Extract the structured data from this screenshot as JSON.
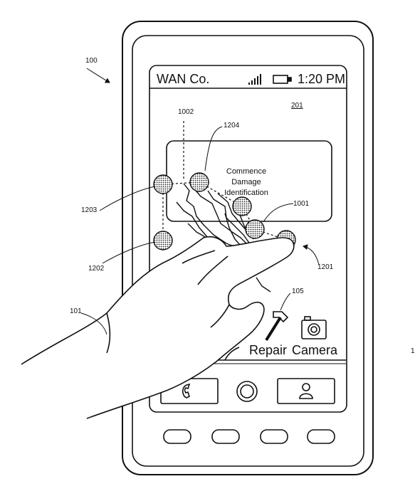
{
  "figure_refs": {
    "device": "100",
    "hand": "101",
    "screen": "201",
    "repair_app": "105",
    "crack_start": "1001",
    "crack_line": "1002",
    "touch_point_1": "1201",
    "touch_point_2": "1202",
    "touch_point_3": "1203",
    "touch_point_4": "1204",
    "partial_ref_right_edge": "1"
  },
  "status_bar": {
    "carrier": "WAN Co.",
    "time": "1:20 PM",
    "signal_icon": "signal-bars-icon",
    "battery_icon": "battery-icon"
  },
  "dialog": {
    "lines": [
      "Commence",
      "Damage",
      "Identification"
    ]
  },
  "apps": {
    "repair": {
      "label": "Repair",
      "icon": "hammer-icon"
    },
    "camera": {
      "label": "Camera",
      "icon": "camera-icon"
    }
  },
  "dock": {
    "phone_icon": "phone-handset-icon",
    "home_icon": "home-circle-icon",
    "contacts_icon": "person-icon"
  }
}
